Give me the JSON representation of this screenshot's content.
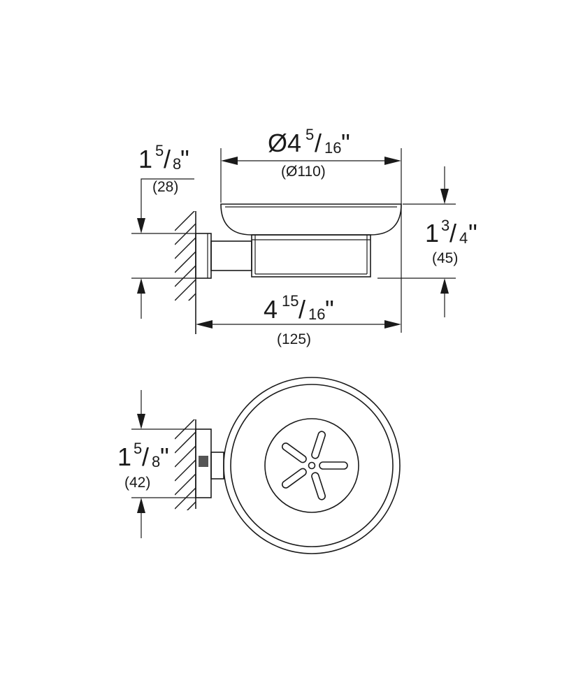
{
  "side_view": {
    "diameter": {
      "symbol": "Ø",
      "whole": "4",
      "num": "5",
      "den": "16",
      "unit": "\"",
      "metric": "(Ø110)"
    },
    "wall_offset": {
      "whole": "1",
      "num": "5",
      "den": "8",
      "unit": "\"",
      "metric": "(28)"
    },
    "height": {
      "whole": "1",
      "num": "3",
      "den": "4",
      "unit": "\"",
      "metric": "(45)"
    },
    "depth": {
      "whole": "4",
      "num": "15",
      "den": "16",
      "unit": "\"",
      "metric": "(125)"
    }
  },
  "top_view": {
    "mount_width": {
      "whole": "1",
      "num": "5",
      "den": "8",
      "unit": "\"",
      "metric": "(42)"
    }
  }
}
